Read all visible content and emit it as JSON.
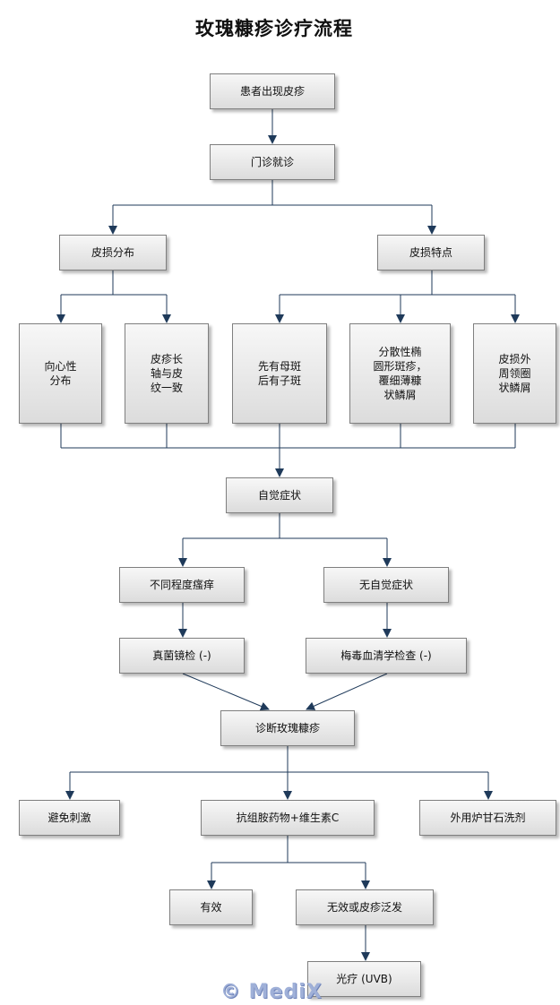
{
  "title": "玫瑰糠疹诊疗流程",
  "nodes": {
    "rash": "患者出现皮疹",
    "clinic": "门诊就诊",
    "distribution": "皮损分布",
    "features": "皮损特点",
    "centripetal": "向心性\n分布",
    "long_axis": "皮疹长\n轴与皮\n纹一致",
    "mother_patch": "先有母斑\n后有子斑",
    "scattered": "分散性椭\n圆形斑疹，\n覆细薄糠\n状鳞屑",
    "collarette": "皮损外\n周领圈\n状鳞屑",
    "symptoms": "自觉症状",
    "itch": "不同程度瘙痒",
    "no_symptom": "无自觉症状",
    "fungal": "真菌镜检 (-)",
    "syphilis": "梅毒血清学检查 (-)",
    "diagnosis": "诊断玫瑰糠疹",
    "avoid": "避免刺激",
    "antihistamine": "抗组胺药物+维生素C",
    "calamine": "外用炉甘石洗剂",
    "effective": "有效",
    "ineffective": "无效或皮疹泛发",
    "phototherapy": "光疗 (UVB)"
  },
  "watermark": "© MediX",
  "colors": {
    "line": "#1f3a5a",
    "box_border": "#7f7f7f"
  }
}
